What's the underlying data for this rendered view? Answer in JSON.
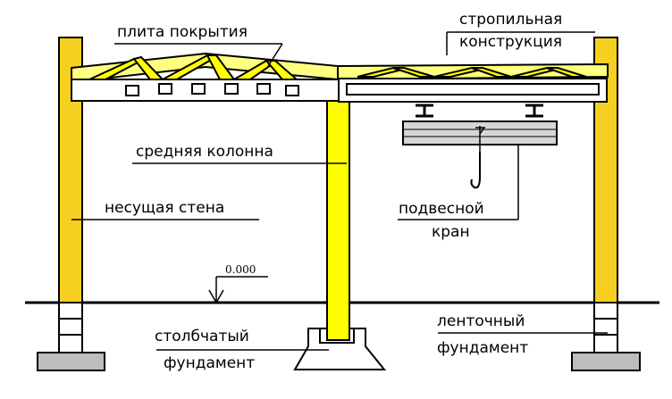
{
  "labels": {
    "roof_slab": "плита покрытия",
    "rafter_structure_line1": "стропильная",
    "rafter_structure_line2": "конструкция",
    "middle_column": "средняя колонна",
    "bearing_wall": "несущая стена",
    "level_mark": "0.000",
    "overhead_crane_line1": "подвесной",
    "overhead_crane_line2": "кран",
    "column_foundation_line1": "столбчатый",
    "column_foundation_line2": "фундамент",
    "strip_foundation_line1": "ленточный",
    "strip_foundation_line2": "фундамент"
  },
  "colors": {
    "column_fill": "#ffff00",
    "wall_fill": "#f5d020",
    "roof_fill": "#ffff80",
    "slab_fill": "#ffffff",
    "crane_fill": "#d6d6d6",
    "foundation_pad_fill": "#bdbdbd",
    "stroke": "#000000"
  }
}
